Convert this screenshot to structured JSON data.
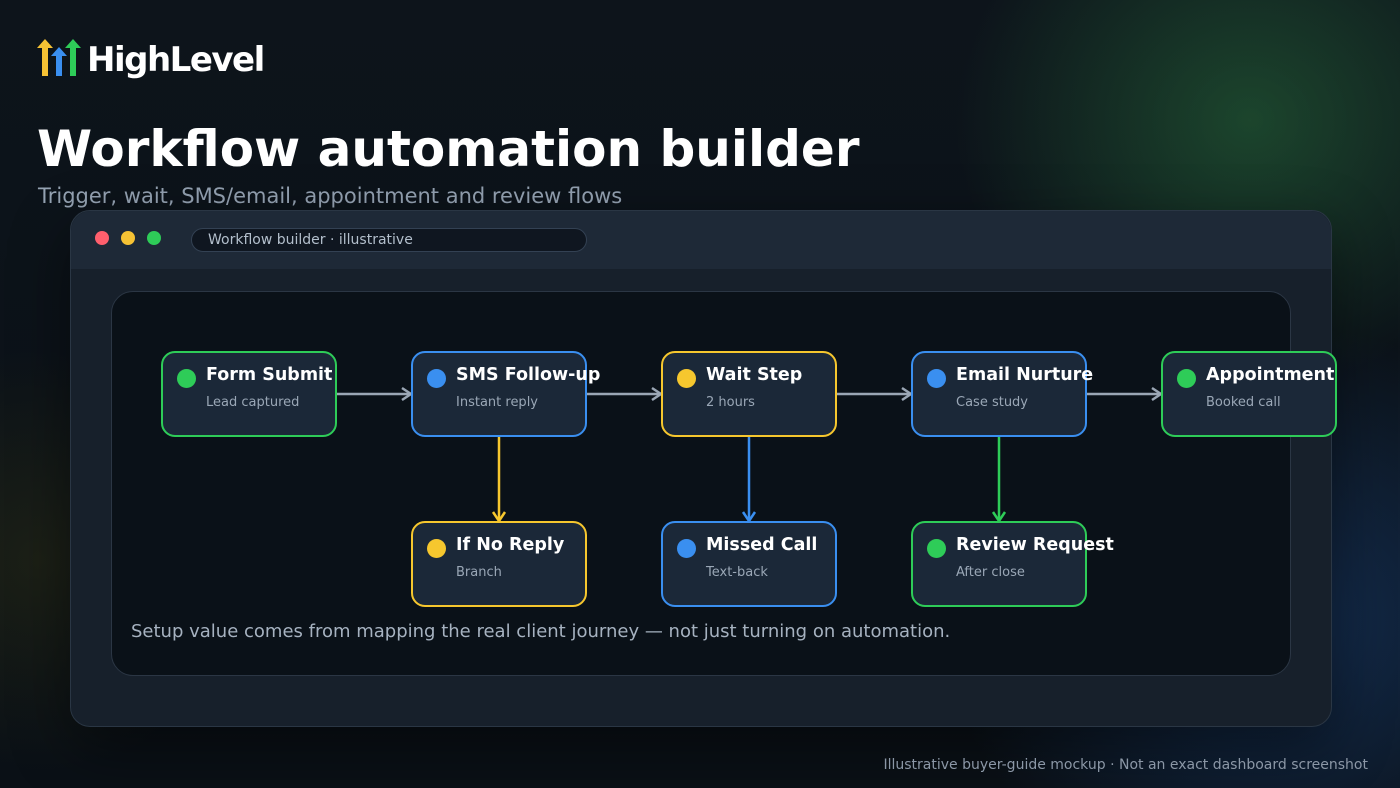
{
  "brand": {
    "name": "HighLevel"
  },
  "page": {
    "title": "Workflow automation builder",
    "subtitle": "Trigger, wait, SMS/email, appointment and review flows"
  },
  "window": {
    "address": "Workflow builder · illustrative",
    "traffic_lights": [
      "#ff5f6d",
      "#f6c234",
      "#2ecc58"
    ]
  },
  "colors": {
    "green": "#2ecc58",
    "blue": "#3a8ff0",
    "yellow": "#f6c72e",
    "connector": "#9aa6b4"
  },
  "workflow": {
    "nodes": [
      {
        "id": "form-submit",
        "label": "Form Submit",
        "sub": "Lead captured",
        "color": "green"
      },
      {
        "id": "sms-follow-up",
        "label": "SMS Follow-up",
        "sub": "Instant reply",
        "color": "blue"
      },
      {
        "id": "wait-step",
        "label": "Wait Step",
        "sub": "2 hours",
        "color": "yellow"
      },
      {
        "id": "email-nurture",
        "label": "Email Nurture",
        "sub": "Case study",
        "color": "blue"
      },
      {
        "id": "appointment",
        "label": "Appointment",
        "sub": "Booked call",
        "color": "green"
      },
      {
        "id": "if-no-reply",
        "label": "If No Reply",
        "sub": "Branch",
        "color": "yellow"
      },
      {
        "id": "missed-call",
        "label": "Missed Call",
        "sub": "Text-back",
        "color": "blue"
      },
      {
        "id": "review-request",
        "label": "Review Request",
        "sub": "After close",
        "color": "green"
      }
    ],
    "edges": [
      {
        "from": "form-submit",
        "to": "sms-follow-up",
        "color": "connector"
      },
      {
        "from": "sms-follow-up",
        "to": "wait-step",
        "color": "connector"
      },
      {
        "from": "wait-step",
        "to": "email-nurture",
        "color": "connector"
      },
      {
        "from": "email-nurture",
        "to": "appointment",
        "color": "connector"
      },
      {
        "from": "sms-follow-up",
        "to": "if-no-reply",
        "color": "yellow"
      },
      {
        "from": "wait-step",
        "to": "missed-call",
        "color": "blue"
      },
      {
        "from": "email-nurture",
        "to": "review-request",
        "color": "green"
      }
    ],
    "note": "Setup value comes from mapping the real client journey — not just turning on automation."
  },
  "footer": "Illustrative buyer-guide mockup · Not an exact dashboard screenshot"
}
